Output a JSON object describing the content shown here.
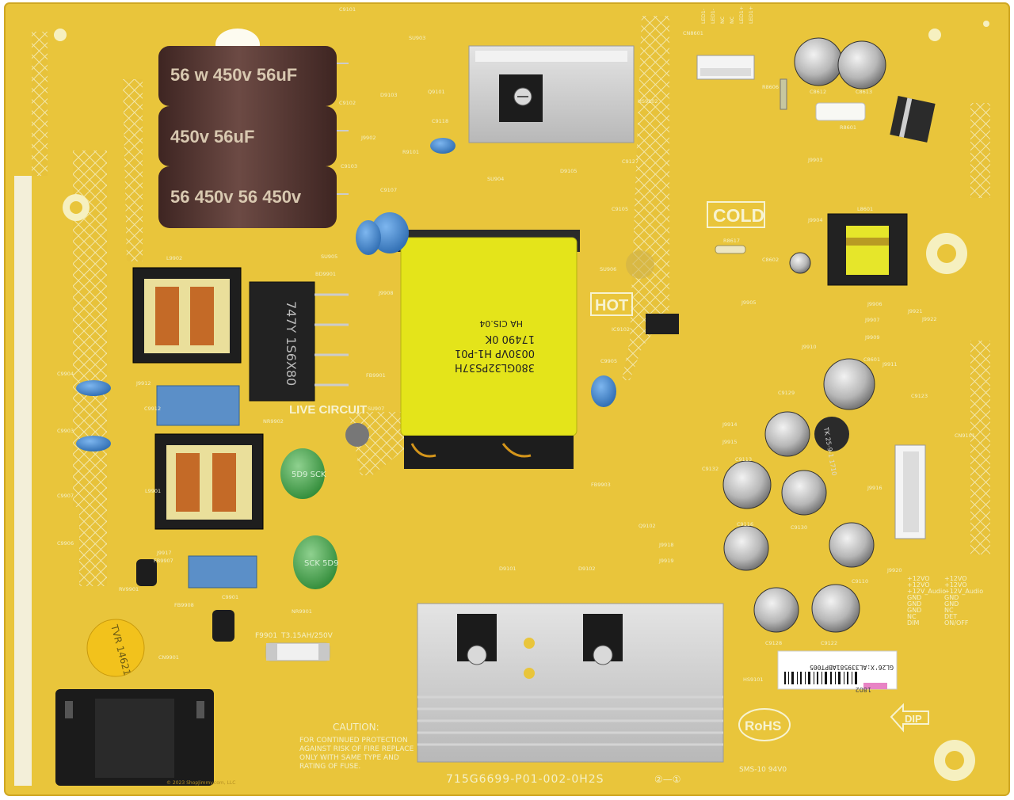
{
  "board": {
    "background": "#e9c53b",
    "part_number": "715G6699-P01-002-0H2S",
    "revision_marks": "②—①",
    "sms_mark": "SMS-10 94V0",
    "copyright": "© 2023 ShopJimmy.com, LLC"
  },
  "zones": {
    "cold": "COLD",
    "hot": "HOT",
    "live_circuit": "LIVE CIRCUIT",
    "rohs": "RoHS",
    "dip": "DIP"
  },
  "caution": {
    "title": "CAUTION:",
    "lines": [
      "FOR CONTINUED PROTECTION",
      "AGAINST RISK OF FIRE REPLACE",
      "ONLY WITH  SAME TYPE AND",
      "RATING OF FUSE."
    ]
  },
  "fuse": {
    "ref": "F9901",
    "rating": "T3.15AH/250V"
  },
  "capacitors_bulk": [
    {
      "ref": "C9101",
      "marking": "56 w 450v 56uF"
    },
    {
      "ref": "C9102",
      "marking": "450v 56uF"
    },
    {
      "ref": "C9103",
      "marking": "56 450v 56 450v"
    }
  ],
  "transformer": {
    "lines": [
      "380GL32PS37H",
      "0030VP  H1-P01",
      "17490     0K"
    ],
    "side": "HA   CIS.04"
  },
  "bridge": {
    "ref": "BD9901",
    "marking": "747Y 1S6X80"
  },
  "varistor": {
    "marking": "TVR 14621"
  },
  "thermistors": [
    "5D9 SCK",
    "SCK 5D9"
  ],
  "cap_2200": {
    "marking": "TK 25-9-1 1710"
  },
  "connector_pins": {
    "left": [
      "+12VO",
      "+12VO",
      "+12V_Audio",
      "GND",
      "GND",
      "GND",
      "NC",
      "DIM"
    ],
    "right": [
      "+12VO",
      "+12VO",
      "+12V_Audio",
      "GND",
      "GND",
      "NC",
      "DET",
      "ON/OFF"
    ]
  },
  "ic": {
    "ref": "IC9102"
  },
  "labels": {
    "led_header": [
      "LED1-",
      "LED1-",
      "NC",
      "NC",
      "LED1+",
      "LED1+"
    ],
    "barcode_text": "GL26'X:AL339581ABPT005",
    "barcode_date": "1802",
    "refs": [
      "C9101",
      "SU903",
      "C9102",
      "C9103",
      "Q9101",
      "C9118",
      "R9101",
      "C9107",
      "SU904",
      "D9105",
      "C9127",
      "C9105",
      "SU905",
      "L9902",
      "BD9901",
      "J9908",
      "SU906",
      "IC9102",
      "HS9102",
      "CN8601",
      "R8606",
      "C8612",
      "C8613",
      "R8601",
      "J9903",
      "J9904",
      "L8601",
      "R8617",
      "C8602",
      "J9905",
      "J9906",
      "J9907",
      "J9909",
      "J9910",
      "J9911",
      "C8601",
      "C9123",
      "CN9101",
      "J9914",
      "J9915",
      "C9129",
      "C9113",
      "C9132",
      "Q9102",
      "J9918",
      "J9919",
      "C9116",
      "C9130",
      "C9110",
      "J9916",
      "J9920",
      "C9128",
      "C9122",
      "HS9101",
      "D9101",
      "D9102",
      "C9904",
      "C9903",
      "C9907",
      "C9906",
      "J9912",
      "C9912",
      "L9901",
      "NR9902",
      "SU907",
      "FB9901",
      "FB9903",
      "C9905",
      "J9917",
      "FB9907",
      "RV9901",
      "C9901",
      "FB9908",
      "NR9901",
      "CN9901",
      "D9103",
      "J9902",
      "J9921",
      "J9922"
    ]
  },
  "colors": {
    "board": "#e9c53b",
    "silk": "#f4f0c8",
    "cap_brown": "#5a3a36",
    "transformer_yellow": "#e8e81a",
    "heatsink": "#c9c9c9",
    "y_cap_blue": "#3d82c8",
    "ntc_green": "#4aa34a"
  }
}
